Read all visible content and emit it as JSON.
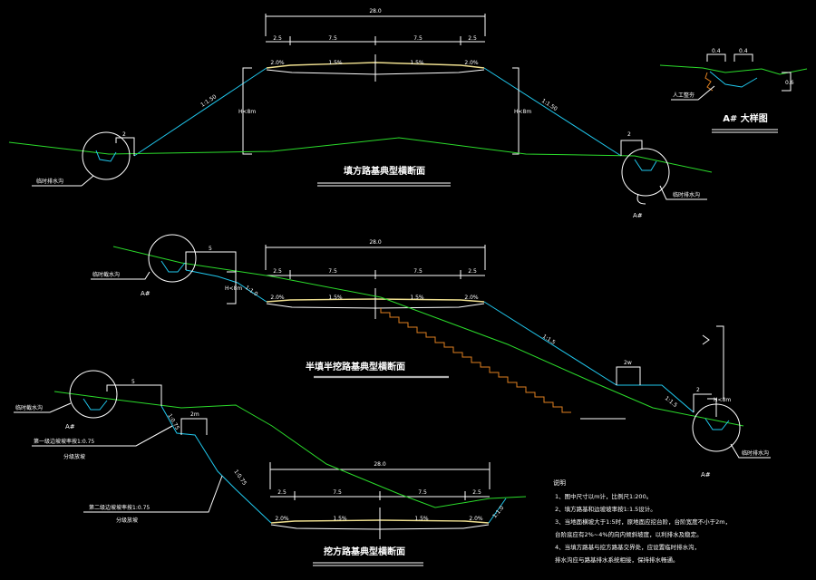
{
  "colors": {
    "background": "#000000",
    "ground_line": "#2bdc2b",
    "slope_line": "#20c8ee",
    "pavement": "#f0e090",
    "steps": "#e08020",
    "line": "#ffffff"
  },
  "s1": {
    "title": "填方路基典型横断面",
    "width_total": "28.0",
    "dim_outer_left": "2.5",
    "dim_inner_left": "7.5",
    "dim_inner_right": "7.5",
    "dim_outer_right": "2.5",
    "grade_shoulder_left": "2.0%",
    "grade_lane_left": "1.5%",
    "grade_lane_right": "1.5%",
    "grade_shoulder_right": "2.0%",
    "slope_left": "1:1.50",
    "slope_right": "1:1.50",
    "height_left": "H<8m",
    "height_right": "H<8m",
    "ditch_left_dim": "2",
    "ditch_right_dim": "2",
    "ditch_left_label": "临时排水沟",
    "ditch_right_label": "临时排水沟",
    "detail_tag": "A#"
  },
  "detail": {
    "title": "A# 大样图",
    "dim_a": "0.4",
    "dim_b": "0.4",
    "dim_c": "0.6",
    "label": "人工整夯"
  },
  "s2": {
    "title": "半填半挖路基典型横断面",
    "width_total": "28.0",
    "dim_outer_left": "2.5",
    "dim_inner_left": "7.5",
    "dim_inner_right": "7.5",
    "dim_outer_right": "2.5",
    "grade_shoulder_left": "2.0%",
    "grade_lane_left": "1.5%",
    "grade_lane_right": "1.5%",
    "grade_shoulder_right": "2.0%",
    "slope_cut": "1:1.0",
    "slope_fill": "1:1.5",
    "slope_fill_low": "1:1.5",
    "height_cut": "H<8m",
    "height_fill": "H<8m",
    "ditch_top_dim": "5",
    "step_width": "2w",
    "ditch_bottom_dim": "2",
    "ditch_left_label": "临时截水沟",
    "ditch_right_label": "临时排水沟",
    "detail_tag_left": "A#",
    "detail_tag_right": "A#"
  },
  "s3": {
    "title": "挖方路基典型横断面",
    "width_total": "28.0",
    "dim_outer_left": "2.5",
    "dim_inner_left": "7.5",
    "dim_inner_right": "7.5",
    "dim_outer_right": "2.5",
    "grade_shoulder_left": "2.0%",
    "grade_lane_left": "1.5%",
    "grade_lane_right": "1.5%",
    "grade_shoulder_right": "2.0%",
    "slope_upper": "1:0.75",
    "slope_lower": "1:0.75",
    "slope_right": "1:1.0",
    "ditch_top_dim": "5",
    "platform_width": "2m",
    "ditch_label": "临时截水沟",
    "note_upper": "第一级边坡坡率按1:0.75",
    "note_upper_sub": "分级放坡",
    "note_lower": "第二级边坡坡率按1:0.75",
    "note_lower_sub": "分级放坡",
    "detail_tag": "A#"
  },
  "notes": {
    "heading": "说明",
    "items": [
      "1、图中尺寸以m计，比例尺1:200。",
      "2、填方路基和边坡坡率按1:1.5设计。",
      "3、当地面横坡大于1:5时，原地面应挖台阶，台阶宽度不小于2m，",
      "   台阶底应有2%~4%的向内倾斜坡度，以利排水及稳定。",
      "4、当填方路基与挖方路基交界处，应设置临时排水沟，",
      "   排水沟应与路基排水系统相接，保持排水畅通。"
    ]
  }
}
